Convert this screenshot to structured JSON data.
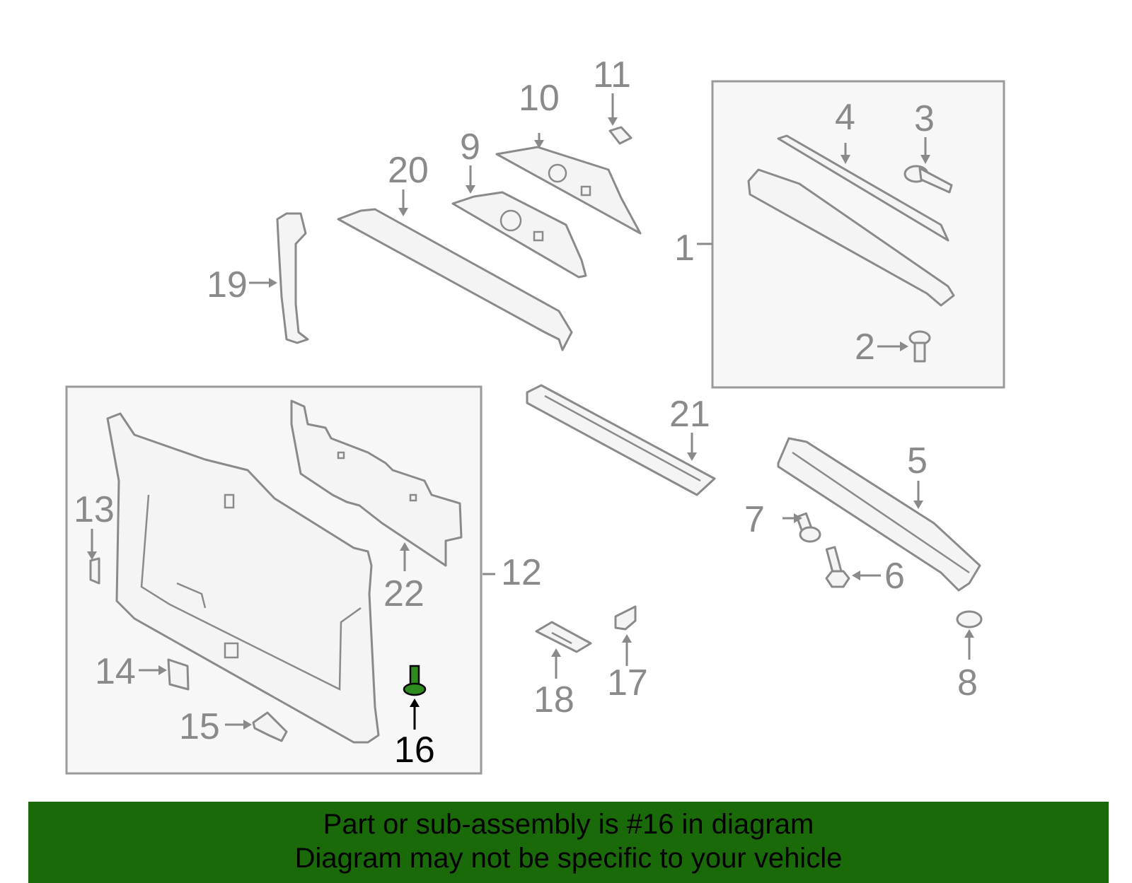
{
  "diagram": {
    "callouts": [
      "1",
      "2",
      "3",
      "4",
      "5",
      "6",
      "7",
      "8",
      "9",
      "10",
      "11",
      "12",
      "13",
      "14",
      "15",
      "16",
      "17",
      "18",
      "19",
      "20",
      "21",
      "22"
    ],
    "highlight_callout": "16",
    "colors": {
      "line": "#8a8a8a",
      "highlight_part": "#2e8b1e",
      "banner_bg": "#1a6a0a"
    }
  },
  "banner": {
    "line1": "Part or sub-assembly is #16 in diagram",
    "line2": "Diagram may not be specific to your vehicle"
  }
}
